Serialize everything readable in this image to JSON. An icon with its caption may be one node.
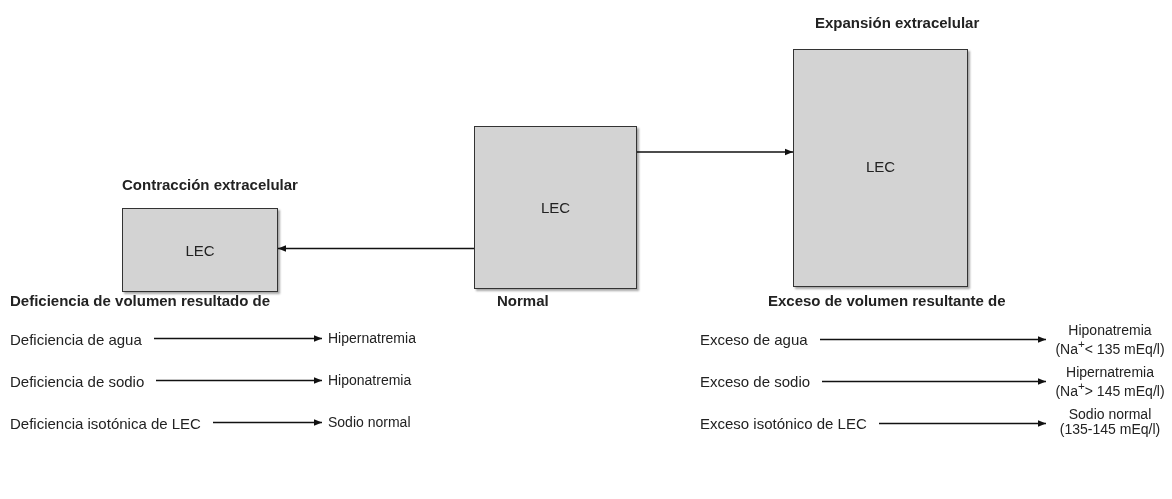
{
  "diagram": {
    "nodes": [
      {
        "text": [
          "LEC"
        ],
        "beside": [
          "Contracción extracelular"
        ]
      },
      {
        "text": [
          "LEC"
        ]
      },
      {
        "text": [
          "LEC"
        ],
        "beside": [
          "Expansión extracelular"
        ]
      },
      {
        "text": [
          "Deficiencia de agua"
        ]
      },
      {
        "text": [
          "Hipernatremia"
        ]
      },
      {
        "text": [
          "Deficiencia de sodio"
        ]
      },
      {
        "text": [
          "Hiponatremia"
        ]
      },
      {
        "text": [
          "Deficiencia isotónica de LEC"
        ]
      },
      {
        "text": [
          "Sodio normal"
        ]
      },
      {
        "text": [
          "Exceso de agua"
        ]
      },
      {
        "text": [
          "Hiponatremia (Na$^{+}$< 135 mEq/l)"
        ]
      },
      {
        "text": [
          "Exceso de sodio"
        ]
      },
      {
        "text": [
          "Hipernatremia (Na$^{+}$> 145 mEq/l)"
        ]
      },
      {
        "text": [
          "Exceso isotónico de LEC"
        ]
      },
      {
        "text": [
          "Sodio normal (135-145 mEq/l)"
        ]
      }
    ],
    "edges": [
      {
        "from": 1,
        "to": 0,
        "arrow": "to"
      },
      {
        "from": 1,
        "to": 2,
        "arrow": "to"
      },
      {
        "from": 3,
        "to": 4,
        "arrow": "to"
      },
      {
        "from": 5,
        "to": 6,
        "arrow": "to"
      },
      {
        "from": 7,
        "to": 8,
        "arrow": "to"
      },
      {
        "from": 9,
        "to": 10,
        "arrow": "to"
      },
      {
        "from": 11,
        "to": 12,
        "arrow": "to"
      },
      {
        "from": 13,
        "to": 14,
        "arrow": "to"
      }
    ],
    "labels": [
      "Deficiencia de volumen resultado de",
      "Normal",
      "Exceso de volumen resultante de"
    ]
  }
}
